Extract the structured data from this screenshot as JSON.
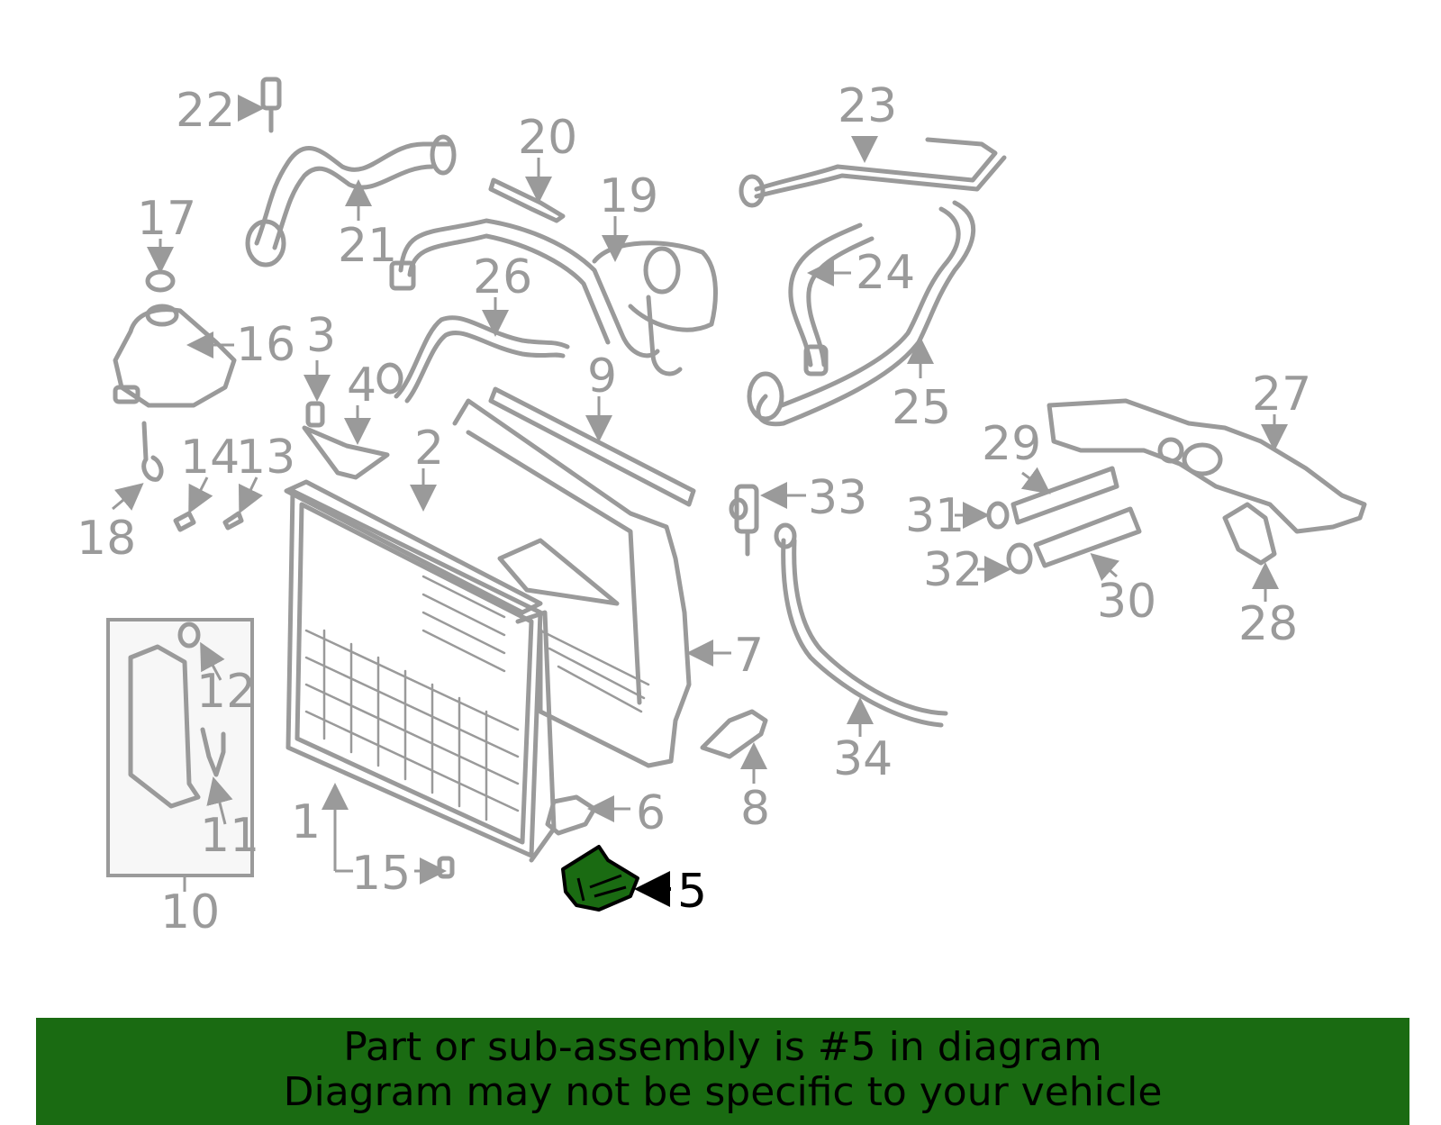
{
  "diagram": {
    "highlight_color": "#1a6b12",
    "part_color": "#9a9a9a",
    "highlighted_part": "5",
    "callouts": [
      "1",
      "2",
      "3",
      "4",
      "5",
      "6",
      "7",
      "8",
      "9",
      "10",
      "11",
      "12",
      "13",
      "14",
      "15",
      "16",
      "17",
      "18",
      "19",
      "20",
      "21",
      "22",
      "23",
      "24",
      "25",
      "26",
      "27",
      "28",
      "29",
      "30",
      "31",
      "32",
      "33",
      "34"
    ]
  },
  "banner": {
    "line1": "Part or sub-assembly is #5 in diagram",
    "line2": "Diagram may not be specific to your vehicle",
    "color": "#1a6b12"
  }
}
